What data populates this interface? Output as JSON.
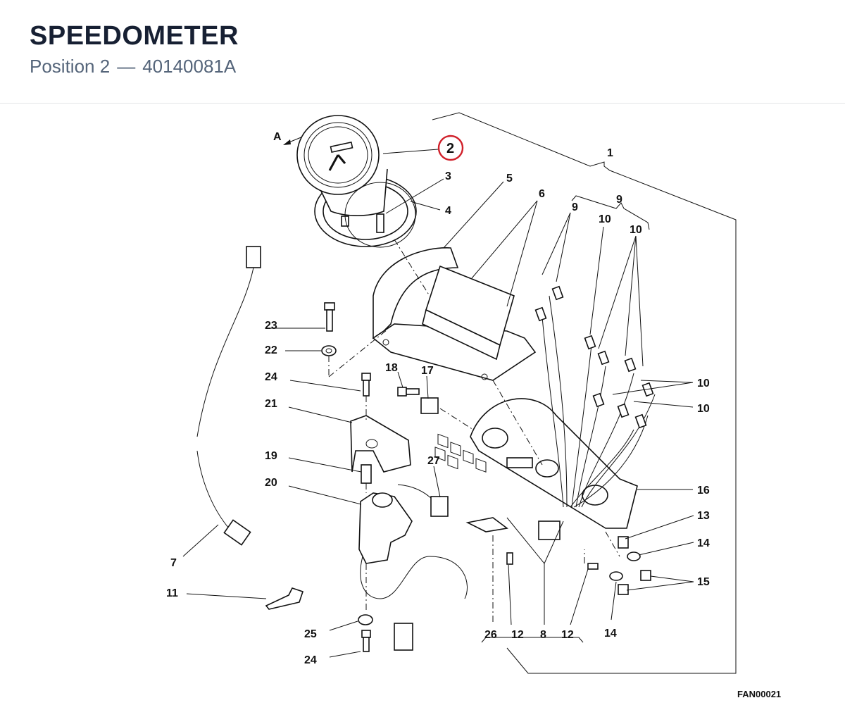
{
  "header": {
    "title": "SPEEDOMETER",
    "subtitle_position": "Position 2",
    "subtitle_separator": "—",
    "subtitle_code": "40140081A"
  },
  "diagram": {
    "drawing_code": "FAN00021",
    "arrow_label": "A",
    "highlight_color": "#d0202a",
    "highlighted_label": "2",
    "callouts": {
      "c1": "1",
      "c2": "2",
      "c3": "3",
      "c4": "4",
      "c5": "5",
      "c6": "6",
      "c9a": "9",
      "c9b": "9",
      "c10a": "10",
      "c10b": "10",
      "c10c": "10",
      "c10d": "10",
      "c23": "23",
      "c22": "22",
      "c24a": "24",
      "c21": "21",
      "c18": "18",
      "c17": "17",
      "c19": "19",
      "c20": "20",
      "c27": "27",
      "c7": "7",
      "c11": "11",
      "c25": "25",
      "c24b": "24",
      "c26": "26",
      "c12a": "12",
      "c8": "8",
      "c12b": "12",
      "c14a": "14",
      "c16": "16",
      "c13": "13",
      "c14b": "14",
      "c15": "15"
    }
  }
}
